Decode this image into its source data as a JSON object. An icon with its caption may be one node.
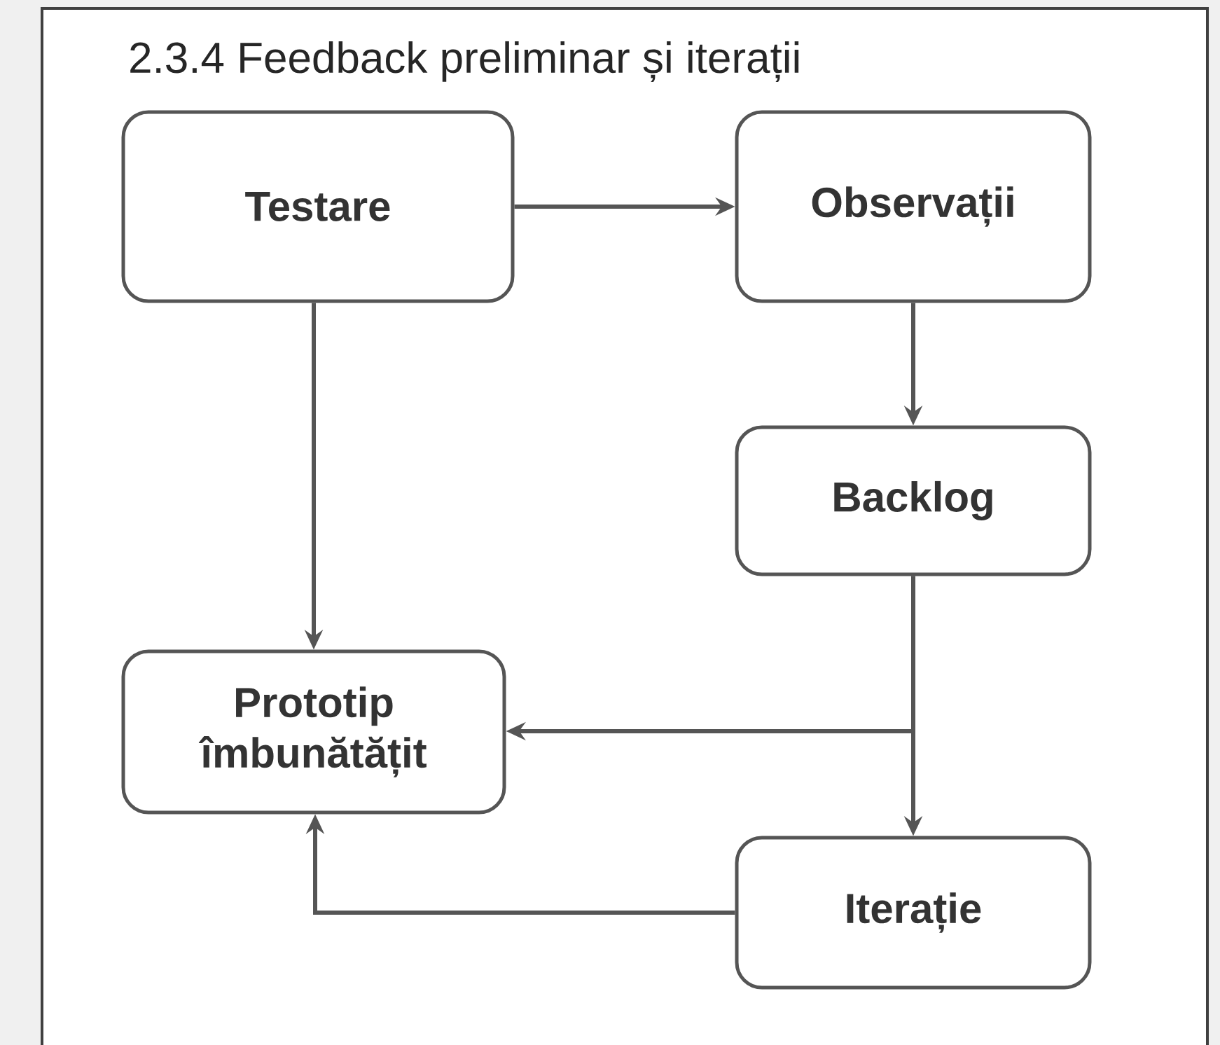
{
  "diagram": {
    "title": "2.3.4 Feedback preliminar și iterații",
    "nodes": [
      {
        "text": [
          "Testare"
        ]
      },
      {
        "text": [
          "Observații"
        ]
      },
      {
        "text": [
          "Backlog"
        ]
      },
      {
        "text": [
          "Prototip îmbunătățit"
        ]
      },
      {
        "text": [
          "Iterație"
        ]
      }
    ],
    "edges": [
      {
        "from": 0,
        "to": 1,
        "arrow": "to"
      },
      {
        "from": 1,
        "to": 2,
        "arrow": "to"
      },
      {
        "from": 0,
        "to": 3,
        "arrow": "to"
      },
      {
        "from": 2,
        "to": 3,
        "arrow": "to"
      },
      {
        "from": 2,
        "to": 4,
        "arrow": "to"
      },
      {
        "from": 4,
        "to": 3,
        "arrow": "to"
      }
    ]
  }
}
